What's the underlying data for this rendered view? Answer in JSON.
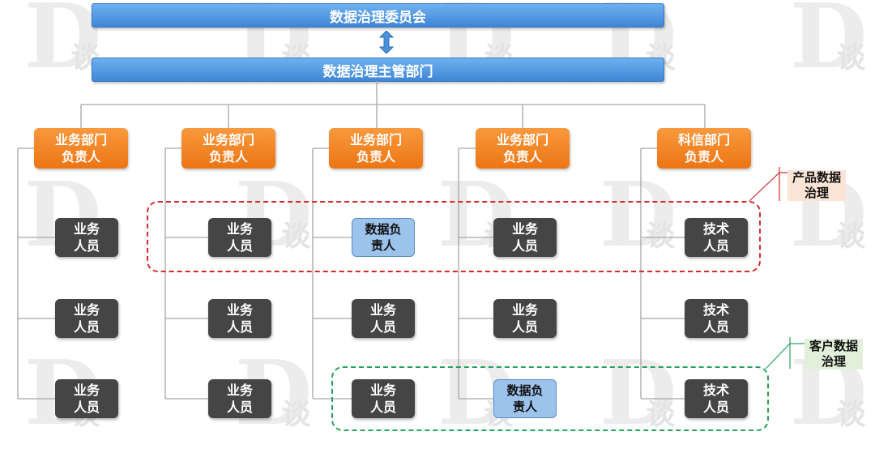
{
  "watermark": {
    "letter": "D",
    "char": "谈"
  },
  "committee": {
    "label": "数据治理委员会"
  },
  "management": {
    "label": "数据治理主管部门"
  },
  "departments": [
    {
      "line1": "业务部门",
      "line2": "负责人"
    },
    {
      "line1": "业务部门",
      "line2": "负责人"
    },
    {
      "line1": "业务部门",
      "line2": "负责人"
    },
    {
      "line1": "业务部门",
      "line2": "负责人"
    },
    {
      "line1": "科信部门",
      "line2": "负责人"
    }
  ],
  "columns": [
    [
      {
        "l1": "业务",
        "l2": "人员"
      },
      {
        "l1": "业务",
        "l2": "人员"
      },
      {
        "l1": "业务",
        "l2": "人员"
      }
    ],
    [
      {
        "l1": "业务",
        "l2": "人员"
      },
      {
        "l1": "业务",
        "l2": "人员"
      },
      {
        "l1": "业务",
        "l2": "人员"
      }
    ],
    [
      {
        "l1": "数据负",
        "l2": "责人"
      },
      {
        "l1": "业务",
        "l2": "人员"
      },
      {
        "l1": "业务",
        "l2": "人员"
      }
    ],
    [
      {
        "l1": "业务",
        "l2": "人员"
      },
      {
        "l1": "业务",
        "l2": "人员"
      },
      {
        "l1": "数据负",
        "l2": "责人"
      }
    ],
    [
      {
        "l1": "技术",
        "l2": "人员"
      },
      {
        "l1": "技术",
        "l2": "人员"
      },
      {
        "l1": "技术",
        "l2": "人员"
      }
    ]
  ],
  "groups": {
    "product": {
      "line1": "产品数据",
      "line2": "治理",
      "color": "#d22b2b"
    },
    "customer": {
      "line1": "客户数据",
      "line2": "治理",
      "color": "#28a05a"
    }
  },
  "colors": {
    "bar": "#4a90dc",
    "department": "#f08624",
    "staff": "#454545",
    "data_owner": "#9cc3ec"
  }
}
